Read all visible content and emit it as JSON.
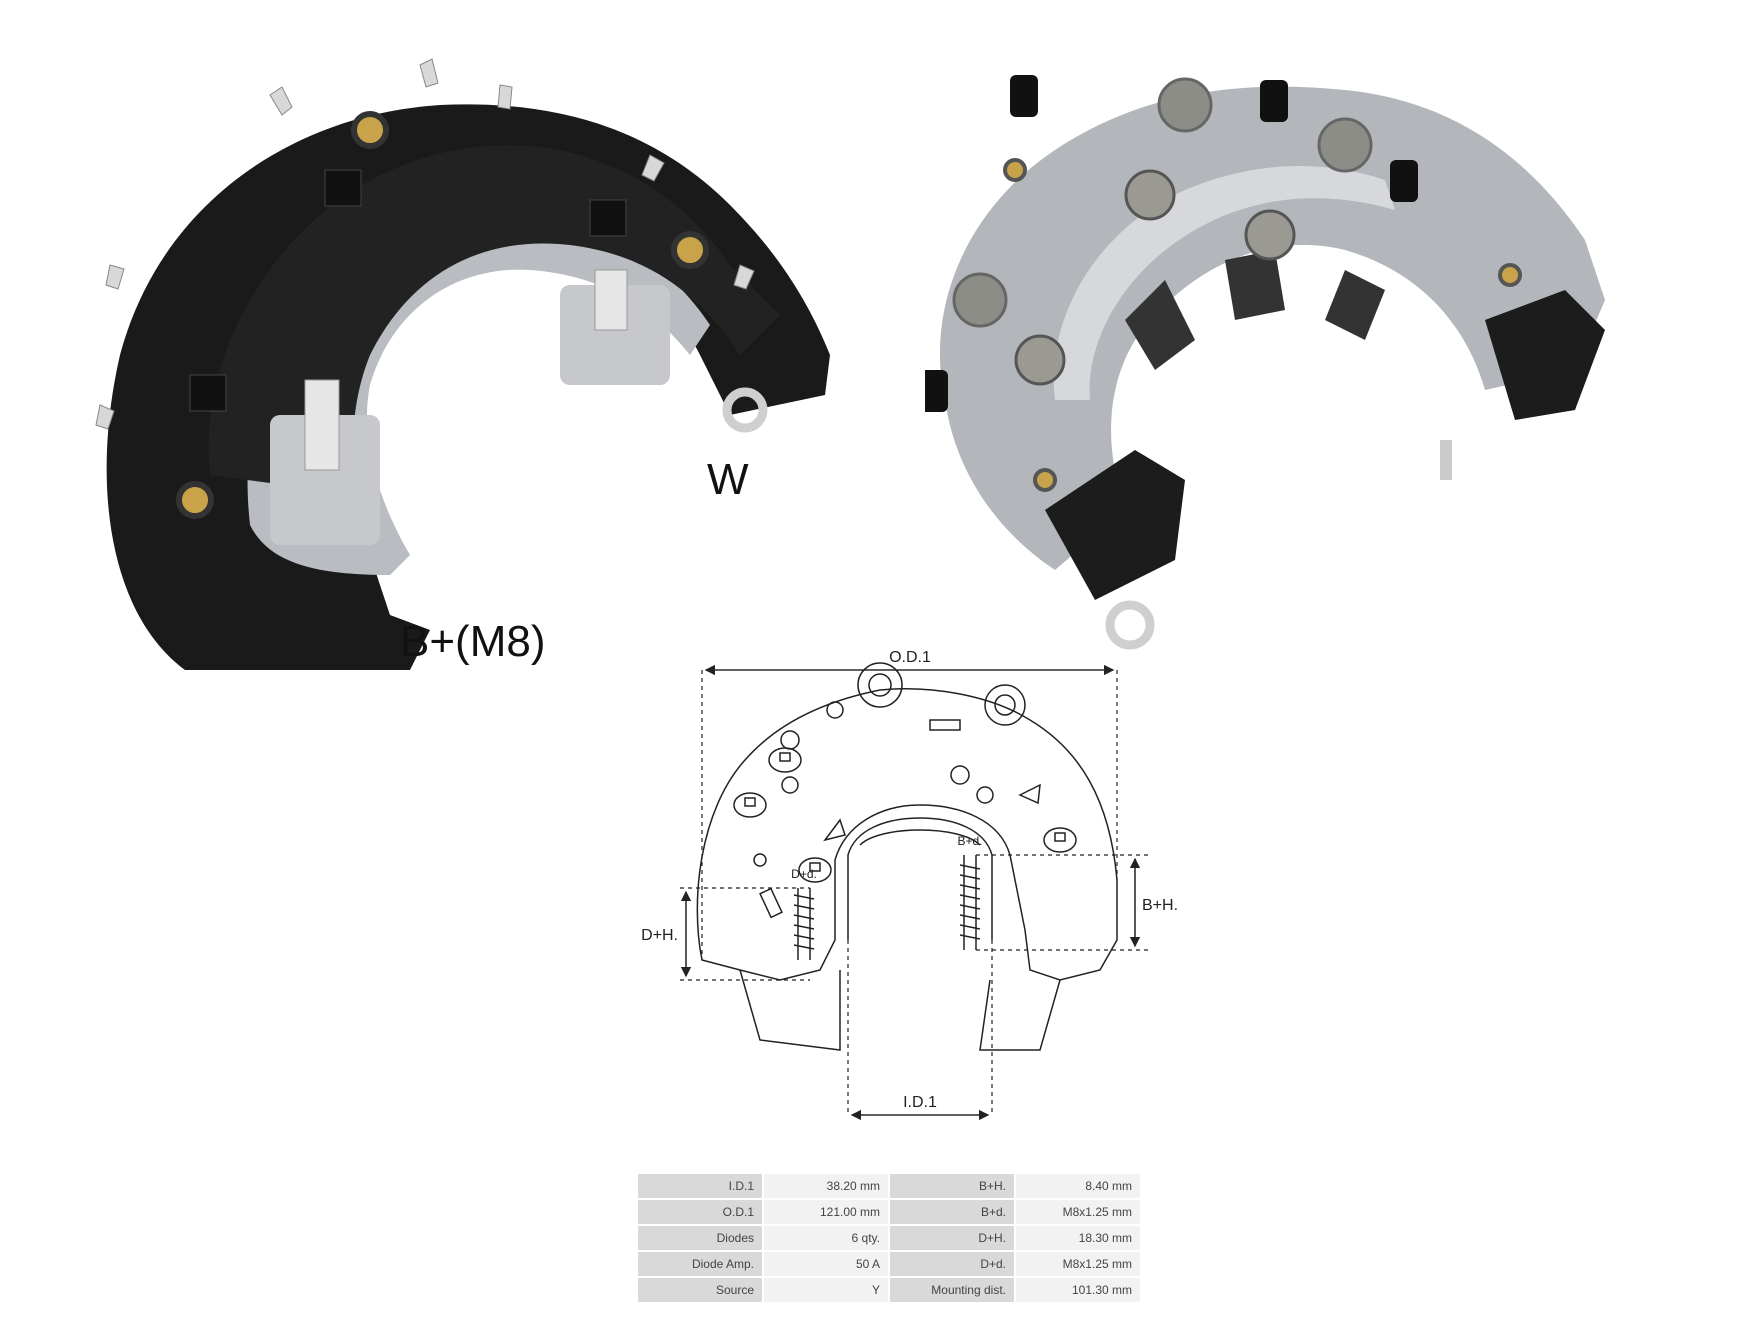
{
  "callouts": {
    "w_terminal": "W",
    "b_plus_terminal": "B+(M8)"
  },
  "diagram": {
    "od1": "O.D.1",
    "id1": "I.D.1",
    "dh": "D+H.",
    "dd": "D+d.",
    "bh": "B+H.",
    "bd": "B+d."
  },
  "specs": {
    "rows": [
      {
        "k1": "I.D.1",
        "v1": "38.20 mm",
        "k2": "B+H.",
        "v2": "8.40 mm"
      },
      {
        "k1": "O.D.1",
        "v1": "121.00 mm",
        "k2": "B+d.",
        "v2": "M8x1.25 mm"
      },
      {
        "k1": "Diodes",
        "v1": "6 qty.",
        "k2": "D+H.",
        "v2": "18.30 mm"
      },
      {
        "k1": "Diode Amp.",
        "v1": "50 A",
        "k2": "D+d.",
        "v2": "M8x1.25 mm"
      },
      {
        "k1": "Source",
        "v1": "Y",
        "k2": "Mounting dist.",
        "v2": "101.30 mm"
      }
    ]
  }
}
